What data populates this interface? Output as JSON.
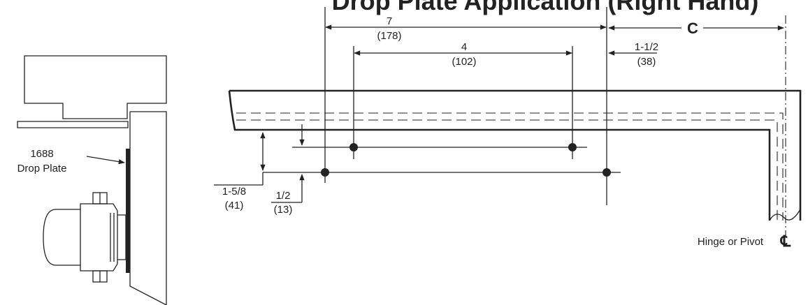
{
  "title": "Drop Plate Application (Right Hand)",
  "labels": {
    "drop_plate_number": "1688",
    "drop_plate_name": "Drop Plate",
    "hinge_or_pivot": "Hinge or Pivot",
    "centerline_symbol": "℄"
  },
  "dimensions": {
    "d7": "7",
    "d7_mm": "(178)",
    "d4": "4",
    "d4_mm": "(102)",
    "d1_1_2": "1-1/2",
    "d1_1_2_mm": "(38)",
    "c_label": "C",
    "d1_5_8": "1-5/8",
    "d1_5_8_mm": "(41)",
    "d1_2": "1/2",
    "d1_2_mm": "(13)"
  }
}
